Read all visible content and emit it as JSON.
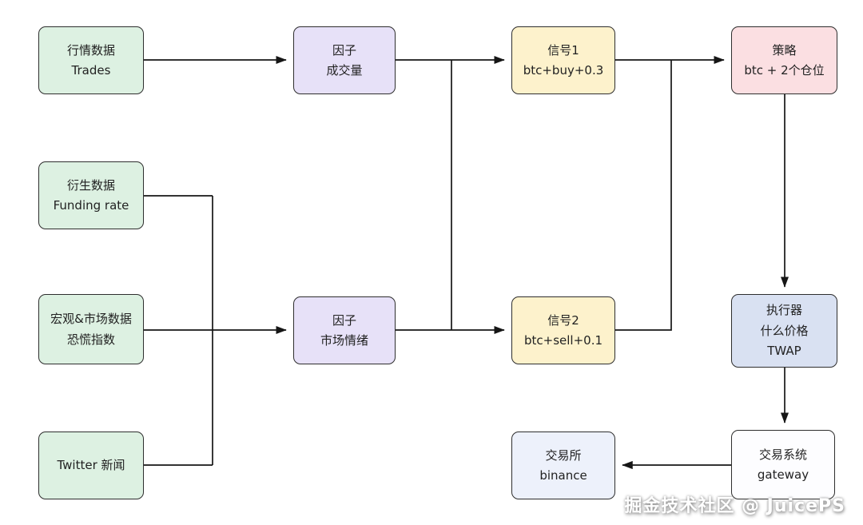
{
  "diagram": {
    "nodes": {
      "market_data": {
        "title": "行情数据",
        "subtitle": "Trades"
      },
      "derivative_data": {
        "title": "衍生数据",
        "subtitle": "Funding rate"
      },
      "macro_market_data": {
        "title": "宏观&市场数据",
        "subtitle": "恐慌指数"
      },
      "twitter_news": {
        "title": "Twitter 新闻"
      },
      "factor_volume": {
        "title": "因子",
        "subtitle": "成交量"
      },
      "factor_sentiment": {
        "title": "因子",
        "subtitle": "市场情绪"
      },
      "signal_1": {
        "title": "信号1",
        "subtitle": "btc+buy+0.3"
      },
      "signal_2": {
        "title": "信号2",
        "subtitle": "btc+sell+0.1"
      },
      "strategy": {
        "title": "策略",
        "subtitle": "btc + 2个仓位"
      },
      "executor": {
        "title": "执行器",
        "subtitle": "什么价格",
        "subtitle2": "TWAP"
      },
      "trading_system": {
        "title": "交易系统",
        "subtitle": "gateway"
      },
      "exchange": {
        "title": "交易所",
        "subtitle": "binance"
      }
    },
    "colors": {
      "node_green": "#ddf1e2",
      "node_purple": "#e7e1f8",
      "node_yellow": "#fdf2cc",
      "node_pink": "#fbdfe2",
      "node_blue": "#d9e1f2",
      "node_light_blue": "#edf1fb",
      "node_white": "#fdfdff",
      "edge": "#161616",
      "border": "#2e2e2e"
    },
    "watermark": "掘金技术社区 @ JuicePS"
  }
}
